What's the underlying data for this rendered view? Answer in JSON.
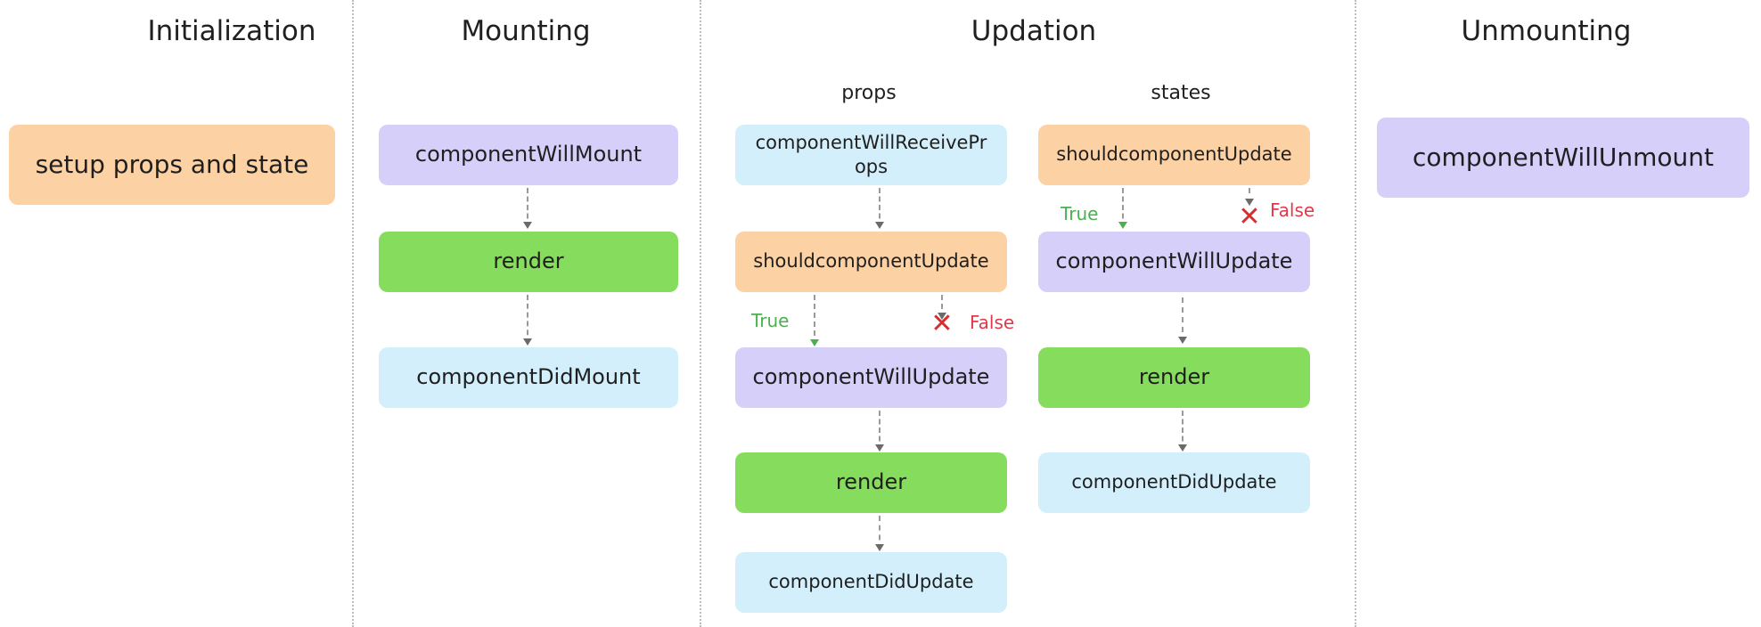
{
  "columns": {
    "initialization": "Initialization",
    "mounting": "Mounting",
    "updation": "Updation",
    "unmounting": "Unmounting"
  },
  "initialization": {
    "setup": "setup props and state"
  },
  "mounting": {
    "will_mount": "componentWillMount",
    "render": "render",
    "did_mount": "componentDidMount"
  },
  "updation": {
    "props": {
      "title": "props",
      "will_receive_props_line1": "componentWillReceivePr",
      "will_receive_props_line2": "ops",
      "should_update": "shouldcomponentUpdate",
      "true_label": "True",
      "false_label": "False",
      "will_update": "componentWillUpdate",
      "render": "render",
      "did_update": "componentDidUpdate"
    },
    "states": {
      "title": "states",
      "should_update": "shouldcomponentUpdate",
      "true_label": "True",
      "false_label": "False",
      "will_update": "componentWillUpdate",
      "render": "render",
      "did_update": "componentDidUpdate"
    }
  },
  "unmounting": {
    "will_unmount": "componentWillUnmount"
  },
  "colors": {
    "orange": "#fcd1a4",
    "purple": "#d5cffa",
    "green": "#86dc5c",
    "blue": "#d3effc",
    "true": "#4caf50",
    "false": "#e03a4a"
  }
}
